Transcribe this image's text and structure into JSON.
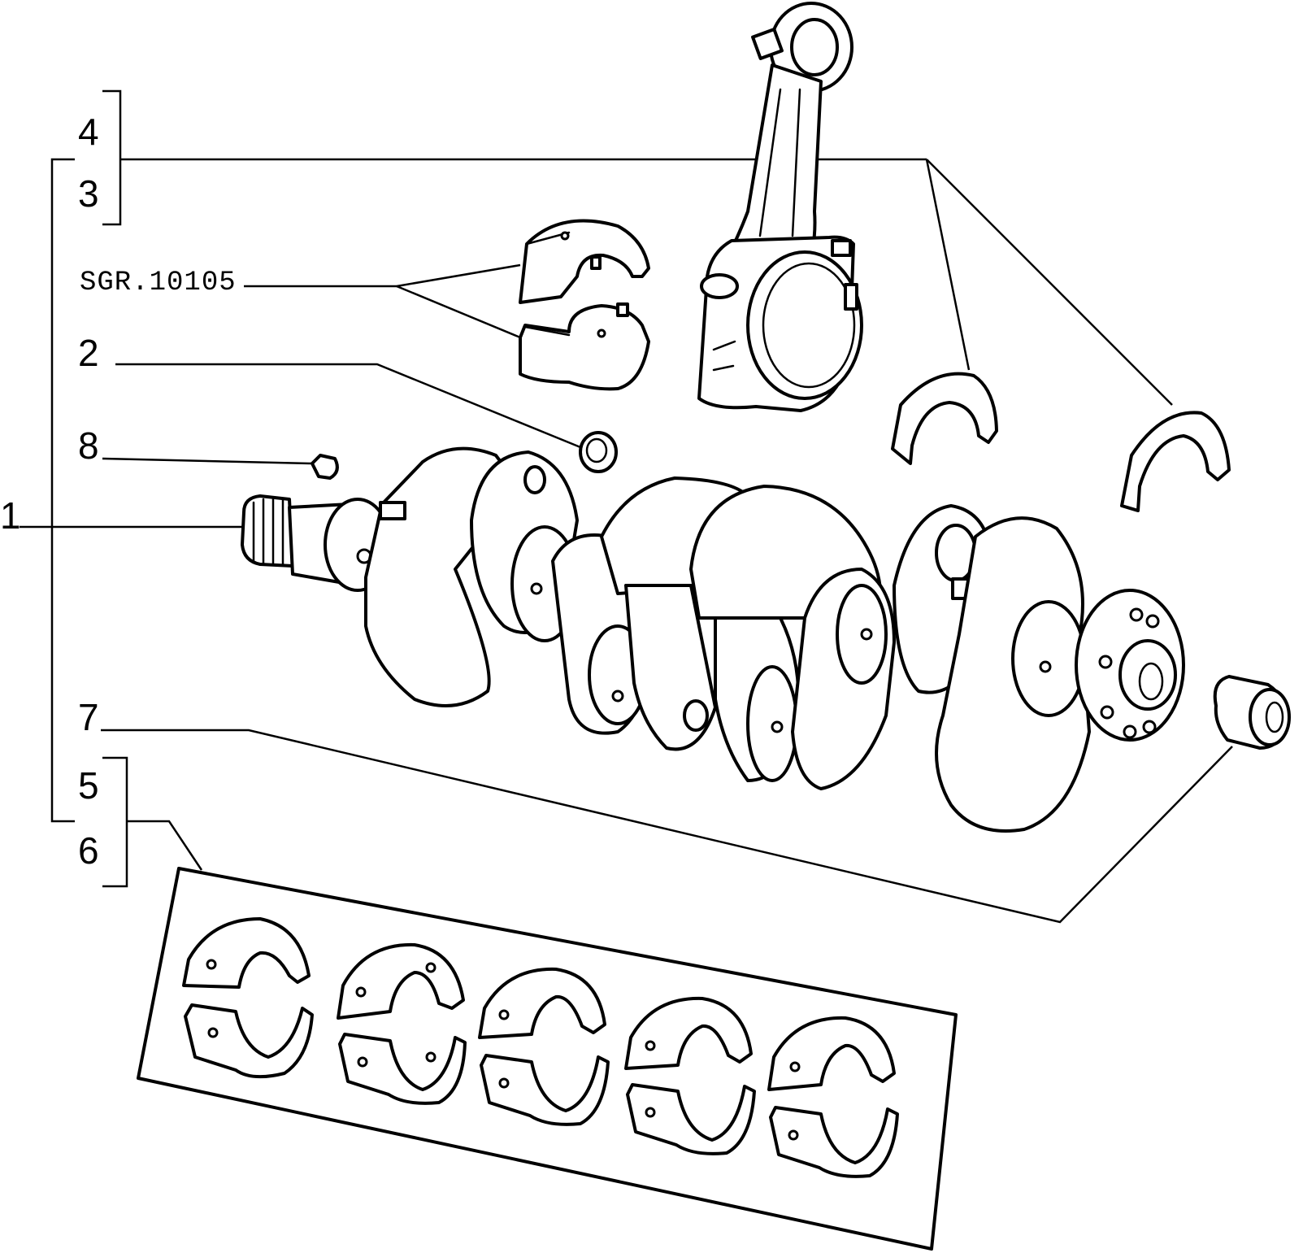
{
  "callouts": {
    "c1": "1",
    "c2": "2",
    "c3": "3",
    "c4": "4",
    "c5": "5",
    "c6": "6",
    "c7": "7",
    "c8": "8"
  },
  "reference_code": "SGR.10105",
  "colors": {
    "line": "#000000",
    "background": "#ffffff"
  }
}
